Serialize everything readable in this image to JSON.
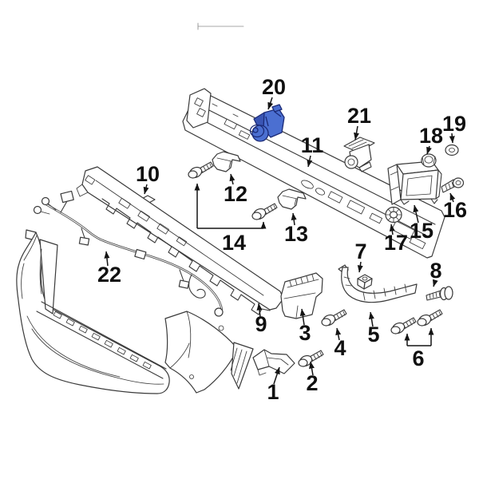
{
  "diagram": {
    "background": "#ffffff",
    "highlighted_part_number": "20",
    "part_labels": [
      {
        "number": "1"
      },
      {
        "number": "2"
      },
      {
        "number": "3"
      },
      {
        "number": "4"
      },
      {
        "number": "5"
      },
      {
        "number": "6"
      },
      {
        "number": "7"
      },
      {
        "number": "8"
      },
      {
        "number": "9"
      },
      {
        "number": "10"
      },
      {
        "number": "11"
      },
      {
        "number": "12"
      },
      {
        "number": "13"
      },
      {
        "number": "14"
      },
      {
        "number": "15"
      },
      {
        "number": "16"
      },
      {
        "number": "17"
      },
      {
        "number": "18"
      },
      {
        "number": "19"
      },
      {
        "number": "20"
      },
      {
        "number": "21"
      },
      {
        "number": "22"
      }
    ]
  },
  "colors": {
    "line_art": "#3a3a3a",
    "callout_ink": "#141414",
    "highlight_fill": "#4b6fd1",
    "highlight_shade": "#3a55b4",
    "highlight_stroke": "#1b2a76"
  }
}
